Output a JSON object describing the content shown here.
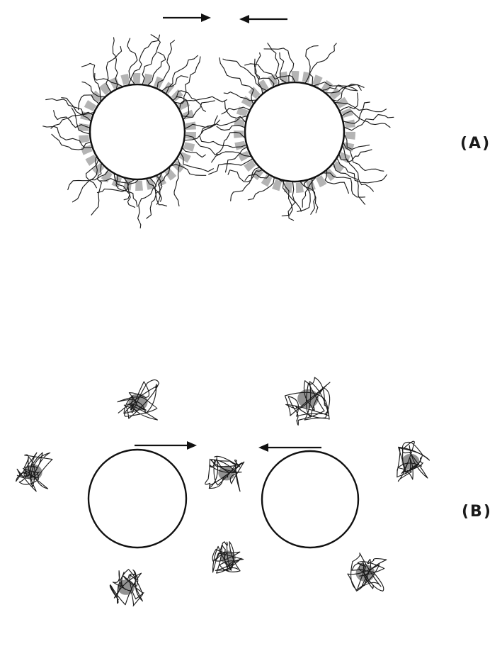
{
  "figure": {
    "panel_a": {
      "label": "(A)",
      "arrow_left_direction": "right",
      "arrow_right_direction": "left",
      "particle_count": 2,
      "chain_type": "adsorbed-polymer-brush"
    },
    "panel_b": {
      "label": "(B)",
      "arrow_left_direction": "right",
      "arrow_right_direction": "left",
      "particle_count": 2,
      "chain_type": "free-polymer-coil",
      "coil_count": 8
    },
    "colors": {
      "ink": "#111111",
      "shade": "#5a5a5a",
      "background": "#ffffff"
    }
  }
}
